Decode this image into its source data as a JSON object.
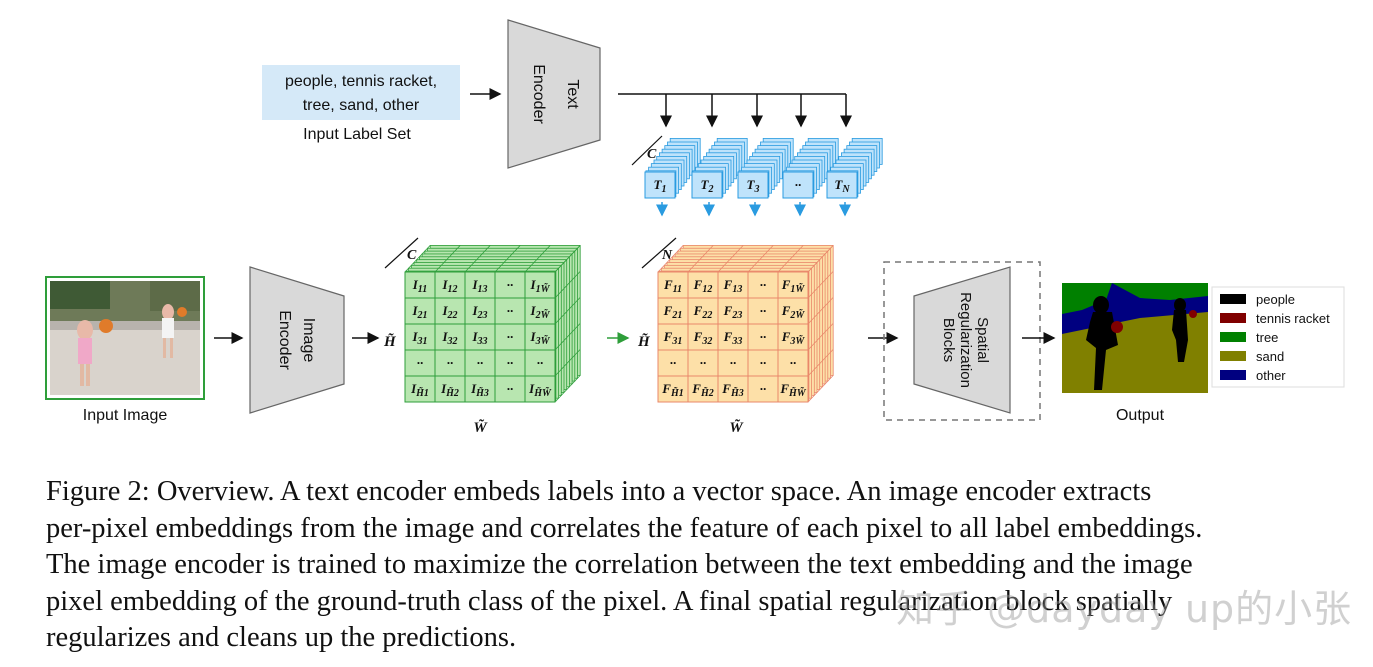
{
  "input_label_set": {
    "labels_line1": "people, tennis racket,",
    "labels_line2": "tree, sand, other",
    "caption": "Input Label Set"
  },
  "text_encoder": {
    "label_line1": "Text",
    "label_line2": "Encoder"
  },
  "image_encoder": {
    "label_line1": "Image",
    "label_line2": "Encoder"
  },
  "input_image": {
    "caption": "Input Image"
  },
  "text_embeddings": {
    "dim_label": "C",
    "tokens": [
      "T1",
      "T2",
      "T3",
      "...",
      "TN"
    ]
  },
  "image_embedding_grid": {
    "dim_label": "C",
    "height_label": "H̃",
    "width_label": "W̃",
    "rows": [
      [
        "I11",
        "I12",
        "I13",
        "...",
        "I1W̃"
      ],
      [
        "I21",
        "I22",
        "I23",
        "...",
        "I2W̃"
      ],
      [
        "I31",
        "I32",
        "I33",
        "...",
        "I3W̃"
      ],
      [
        "...",
        "...",
        "...",
        "...",
        "..."
      ],
      [
        "IH̃1",
        "IH̃2",
        "IH̃3",
        "...",
        "IH̃W̃"
      ]
    ],
    "color": "#b8e6b0"
  },
  "correlation_grid": {
    "dim_label": "N",
    "height_label": "H̃",
    "width_label": "W̃",
    "rows": [
      [
        "F11",
        "F12",
        "F13",
        "...",
        "F1W̃"
      ],
      [
        "F21",
        "F22",
        "F23",
        "...",
        "F2W̃"
      ],
      [
        "F31",
        "F32",
        "F33",
        "...",
        "F3W̃"
      ],
      [
        "...",
        "...",
        "...",
        "...",
        "..."
      ],
      [
        "FH̃1",
        "FH̃2",
        "FH̃3",
        "...",
        "FH̃W̃"
      ]
    ],
    "color": "#fde0a8"
  },
  "spatial_block": {
    "label_line1": "Spatial",
    "label_line2": "Regularization",
    "label_line3": "Blocks"
  },
  "output": {
    "caption": "Output",
    "legend": [
      {
        "label": "people",
        "color": "#000000"
      },
      {
        "label": "tennis racket",
        "color": "#800000"
      },
      {
        "label": "tree",
        "color": "#008000"
      },
      {
        "label": "sand",
        "color": "#808000"
      },
      {
        "label": "other",
        "color": "#000080"
      }
    ]
  },
  "caption": {
    "line1": "Figure 2: Overview. A text encoder embeds labels into a vector space. An image encoder extracts",
    "line2": "per-pixel embeddings from the image and correlates the feature of each pixel to all label embeddings.",
    "line3": "The image encoder is trained to maximize the correlation between the text embedding and the image",
    "line4": "pixel embedding of the ground-truth class of the pixel. A final spatial regularization block spatially",
    "line5": "regularizes and cleans up the predictions."
  },
  "watermark": "知乎 @dayday up的小张"
}
